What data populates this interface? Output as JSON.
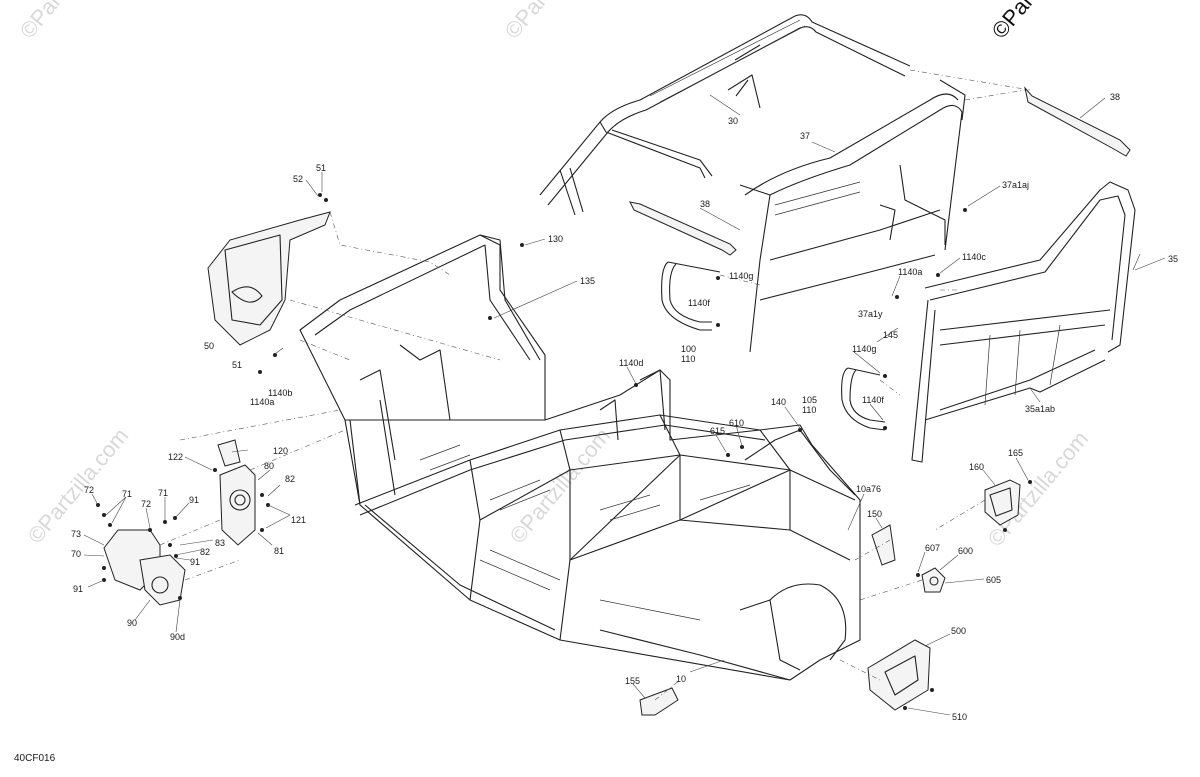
{
  "diagram": {
    "code": "40CF016",
    "watermark_corner": "©Partzilla",
    "watermark_tile": "©Partzilla.com",
    "callouts": [
      {
        "id": "c30",
        "label": "30"
      },
      {
        "id": "c37",
        "label": "37"
      },
      {
        "id": "c38a",
        "label": "38"
      },
      {
        "id": "c38b",
        "label": "38"
      },
      {
        "id": "c37a1aj",
        "label": "37a1aj"
      },
      {
        "id": "c35",
        "label": "35"
      },
      {
        "id": "c51a",
        "label": "51"
      },
      {
        "id": "c52",
        "label": "52"
      },
      {
        "id": "c130",
        "label": "130"
      },
      {
        "id": "c135",
        "label": "135"
      },
      {
        "id": "c1140g_a",
        "label": "1140g"
      },
      {
        "id": "c1140f_a",
        "label": "1140f"
      },
      {
        "id": "c100",
        "label": "100"
      },
      {
        "id": "c110a",
        "label": "110"
      },
      {
        "id": "c1140a_a",
        "label": "1140a"
      },
      {
        "id": "c1140c",
        "label": "1140c"
      },
      {
        "id": "c37a1y",
        "label": "37a1y"
      },
      {
        "id": "c145",
        "label": "145"
      },
      {
        "id": "c50",
        "label": "50"
      },
      {
        "id": "c51b",
        "label": "51"
      },
      {
        "id": "c1140b",
        "label": "1140b"
      },
      {
        "id": "c1140a_b",
        "label": "1140a"
      },
      {
        "id": "c1140d",
        "label": "1140d"
      },
      {
        "id": "c1140g_b",
        "label": "1140g"
      },
      {
        "id": "c105",
        "label": "105"
      },
      {
        "id": "c110b",
        "label": "110"
      },
      {
        "id": "c1140f_b",
        "label": "1140f"
      },
      {
        "id": "c140",
        "label": "140"
      },
      {
        "id": "c610",
        "label": "610"
      },
      {
        "id": "c615",
        "label": "615"
      },
      {
        "id": "c35a1ab",
        "label": "35a1ab"
      },
      {
        "id": "c120",
        "label": "120"
      },
      {
        "id": "c122",
        "label": "122"
      },
      {
        "id": "c80",
        "label": "80"
      },
      {
        "id": "c82a",
        "label": "82"
      },
      {
        "id": "c121",
        "label": "121"
      },
      {
        "id": "c72a",
        "label": "72"
      },
      {
        "id": "c71a",
        "label": "71"
      },
      {
        "id": "c72b",
        "label": "72"
      },
      {
        "id": "c71b",
        "label": "71"
      },
      {
        "id": "c91a",
        "label": "91"
      },
      {
        "id": "c83",
        "label": "83"
      },
      {
        "id": "c82b",
        "label": "82"
      },
      {
        "id": "c81",
        "label": "81"
      },
      {
        "id": "c73",
        "label": "73"
      },
      {
        "id": "c91b",
        "label": "91"
      },
      {
        "id": "c70",
        "label": "70"
      },
      {
        "id": "c91c",
        "label": "91"
      },
      {
        "id": "c90",
        "label": "90"
      },
      {
        "id": "c90d",
        "label": "90d"
      },
      {
        "id": "c160",
        "label": "160"
      },
      {
        "id": "c165",
        "label": "165"
      },
      {
        "id": "c10a76",
        "label": "10a76"
      },
      {
        "id": "c150",
        "label": "150"
      },
      {
        "id": "c607",
        "label": "607"
      },
      {
        "id": "c600",
        "label": "600"
      },
      {
        "id": "c605",
        "label": "605"
      },
      {
        "id": "c500",
        "label": "500"
      },
      {
        "id": "c10",
        "label": "10"
      },
      {
        "id": "c155",
        "label": "155"
      },
      {
        "id": "c510",
        "label": "510"
      }
    ]
  }
}
